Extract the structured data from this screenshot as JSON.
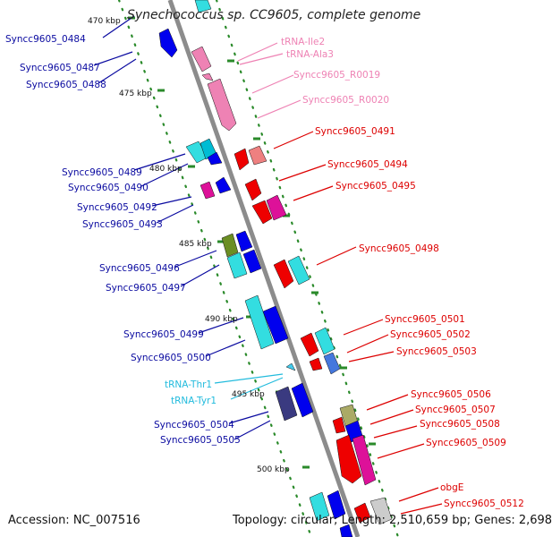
{
  "title": "Synechococcus sp. CC9605, complete genome",
  "footer": {
    "accession": "Accession: NC_007516",
    "topology": "Topology: circular; Length: 2,510,659 bp; Genes: 2,698"
  },
  "colors": {
    "left_label": "#0a0aa0",
    "right_label": "#dd0000",
    "rrna_label": "#ee82b4",
    "trna_label": "#22bbdd",
    "backbone": "#8c8c8c",
    "tick": "#2a8a2a"
  },
  "scale_labels": [
    "470 kbp",
    "475 kbp",
    "480 kbp",
    "485 kbp",
    "490 kbp",
    "495 kbp",
    "500 kbp"
  ],
  "labels_left": [
    "Syncc9605_0484",
    "Syncc9605_0487",
    "Syncc9605_0488",
    "Syncc9605_0489",
    "Syncc9605_0490",
    "Syncc9605_0492",
    "Syncc9605_0493",
    "Syncc9605_0496",
    "Syncc9605_0497",
    "Syncc9605_0499",
    "Syncc9605_0500",
    "Syncc9605_0504",
    "Syncc9605_0505"
  ],
  "labels_trna": [
    "tRNA-Thr1",
    "tRNA-Tyr1"
  ],
  "labels_rna_right": [
    "tRNA-Ile2",
    "tRNA-Ala3",
    "Syncc9605_R0019",
    "Syncc9605_R0020"
  ],
  "labels_right": [
    "Syncc9605_0491",
    "Syncc9605_0494",
    "Syncc9605_0495",
    "Syncc9605_0498",
    "Syncc9605_0501",
    "Syncc9605_0502",
    "Syncc9605_0503",
    "Syncc9605_0506",
    "Syncc9605_0507",
    "Syncc9605_0508",
    "Syncc9605_0509",
    "obgE",
    "Syncc9605_0512"
  ]
}
